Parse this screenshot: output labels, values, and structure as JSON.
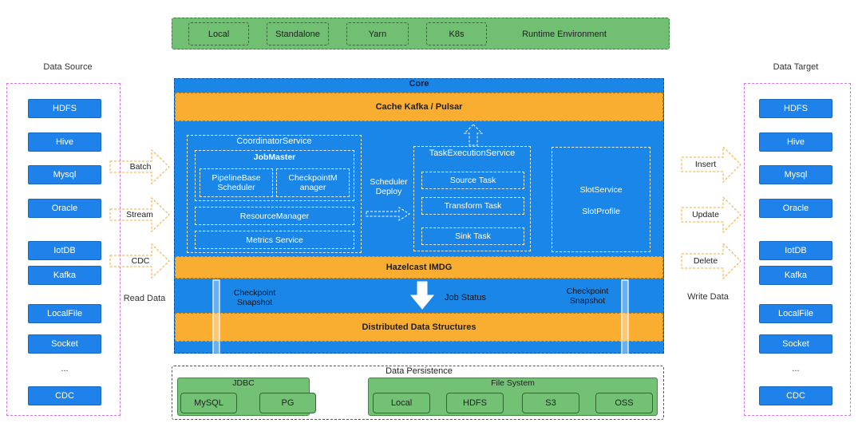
{
  "runtime": {
    "items": [
      "Local",
      "Standalone",
      "Yarn",
      "K8s"
    ],
    "label": "Runtime Environment"
  },
  "source": {
    "title": "Data Source",
    "items": [
      "HDFS",
      "Hive",
      "Mysql",
      "Oracle",
      "IotDB",
      "Kafka",
      "LocalFile",
      "Socket",
      "...",
      "CDC"
    ],
    "arrows": [
      "Batch",
      "Stream",
      "CDC"
    ],
    "footer": "Read Data"
  },
  "target": {
    "title": "Data Target",
    "items": [
      "HDFS",
      "Hive",
      "Mysql",
      "Oracle",
      "IotDB",
      "Kafka",
      "LocalFile",
      "Socket",
      "...",
      "CDC"
    ],
    "arrows": [
      "Insert",
      "Update",
      "Delete"
    ],
    "footer": "Write Data"
  },
  "core": {
    "title": "Core",
    "cache": "Cache Kafka / Pulsar",
    "coordinator": {
      "title": "CoordinatorService",
      "jobmaster": "JobMaster",
      "pipeline_line1": "PipelineBase",
      "pipeline_line2": "Scheduler",
      "checkpoint_line1": "CheckpointM",
      "checkpoint_line2": "anager",
      "resource": "ResourceManager",
      "metrics": "Metrics Service"
    },
    "scheduler_line1": "Scheduler",
    "scheduler_line2": "Deploy",
    "task": {
      "title": "TaskExecutionService",
      "items": [
        "Source Task",
        "Transform Task",
        "Sink Task"
      ]
    },
    "slot": {
      "service": "SlotService",
      "profile": "SlotProfile"
    },
    "imdg": "Hazelcast IMDG",
    "checkpoint_left_line1": "Checkpoint",
    "checkpoint_left_line2": "Snapshot",
    "job_status": "Job Status",
    "checkpoint_right_line1": "Checkpoint",
    "checkpoint_right_line2": "Snapshot",
    "distributed": "Distributed Data Structures"
  },
  "persistence": {
    "title": "Data Persistence",
    "jdbc": {
      "title": "JDBC",
      "items": [
        "MySQL",
        "PG"
      ]
    },
    "fs": {
      "title": "File System",
      "items": [
        "Local",
        "HDFS",
        "S3",
        "OSS"
      ]
    }
  },
  "colors": {
    "blue": "#1a86e8",
    "orange": "#f9ad31",
    "green": "#70bf73",
    "pink": "#d477e8"
  }
}
